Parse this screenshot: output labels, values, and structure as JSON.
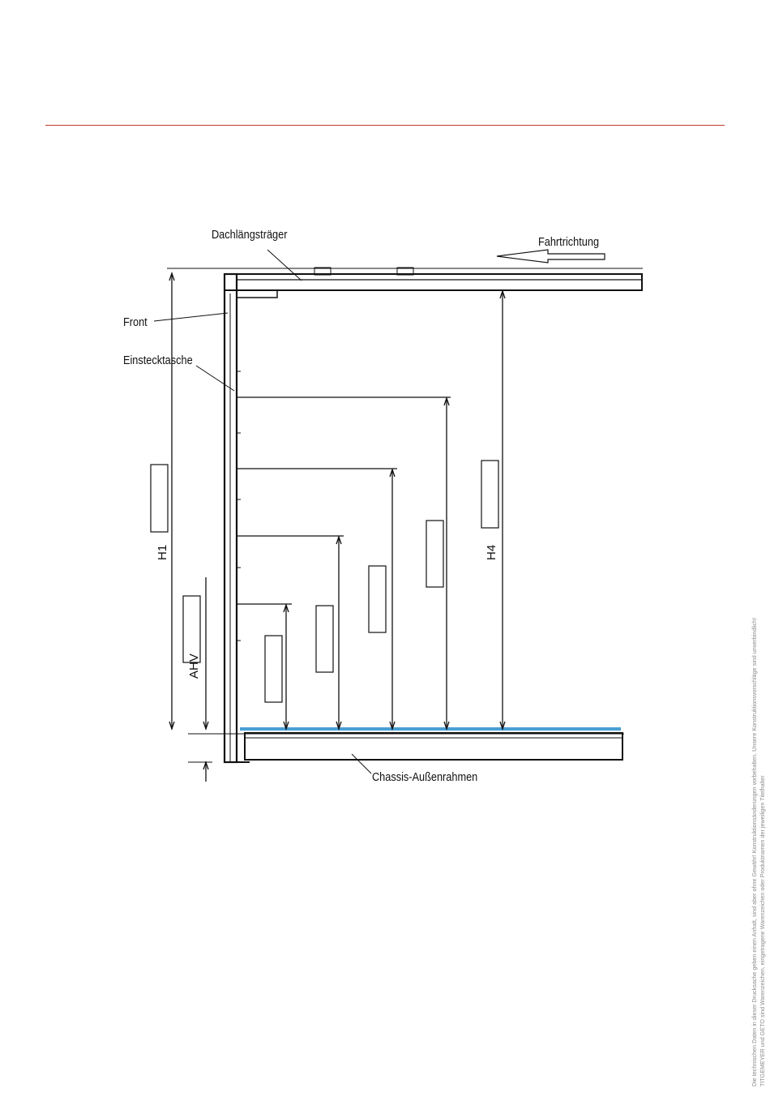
{
  "labels": {
    "dachlaengstraeger": "Dachlängsträger",
    "fahrtrichtung": "Fahrtrichtung",
    "front": "Front",
    "einstecktasche": "Einstecktasche",
    "h1": "H1",
    "ahv": "AHV",
    "h4": "H4",
    "chassis": "Chassis-Außenrahmen"
  },
  "disclaimer": {
    "line1": "Die technischen Daten in dieser Drucksache geben einen Anhalt, sind aber ohne Gewähr! Konstruktionsänderungen vorbehalten. Unsere Konstruktionsvorschläge sind unverbindlich!",
    "line2": "TITGEMEYER und GETO sind Warenzeichen, eingetragene Warenzeichen oder Produktnamen der jeweiligen Titelhalter"
  },
  "colors": {
    "accent_rule": "#c0392b",
    "floor_highlight": "#4a9fd4",
    "line": "#111111"
  }
}
